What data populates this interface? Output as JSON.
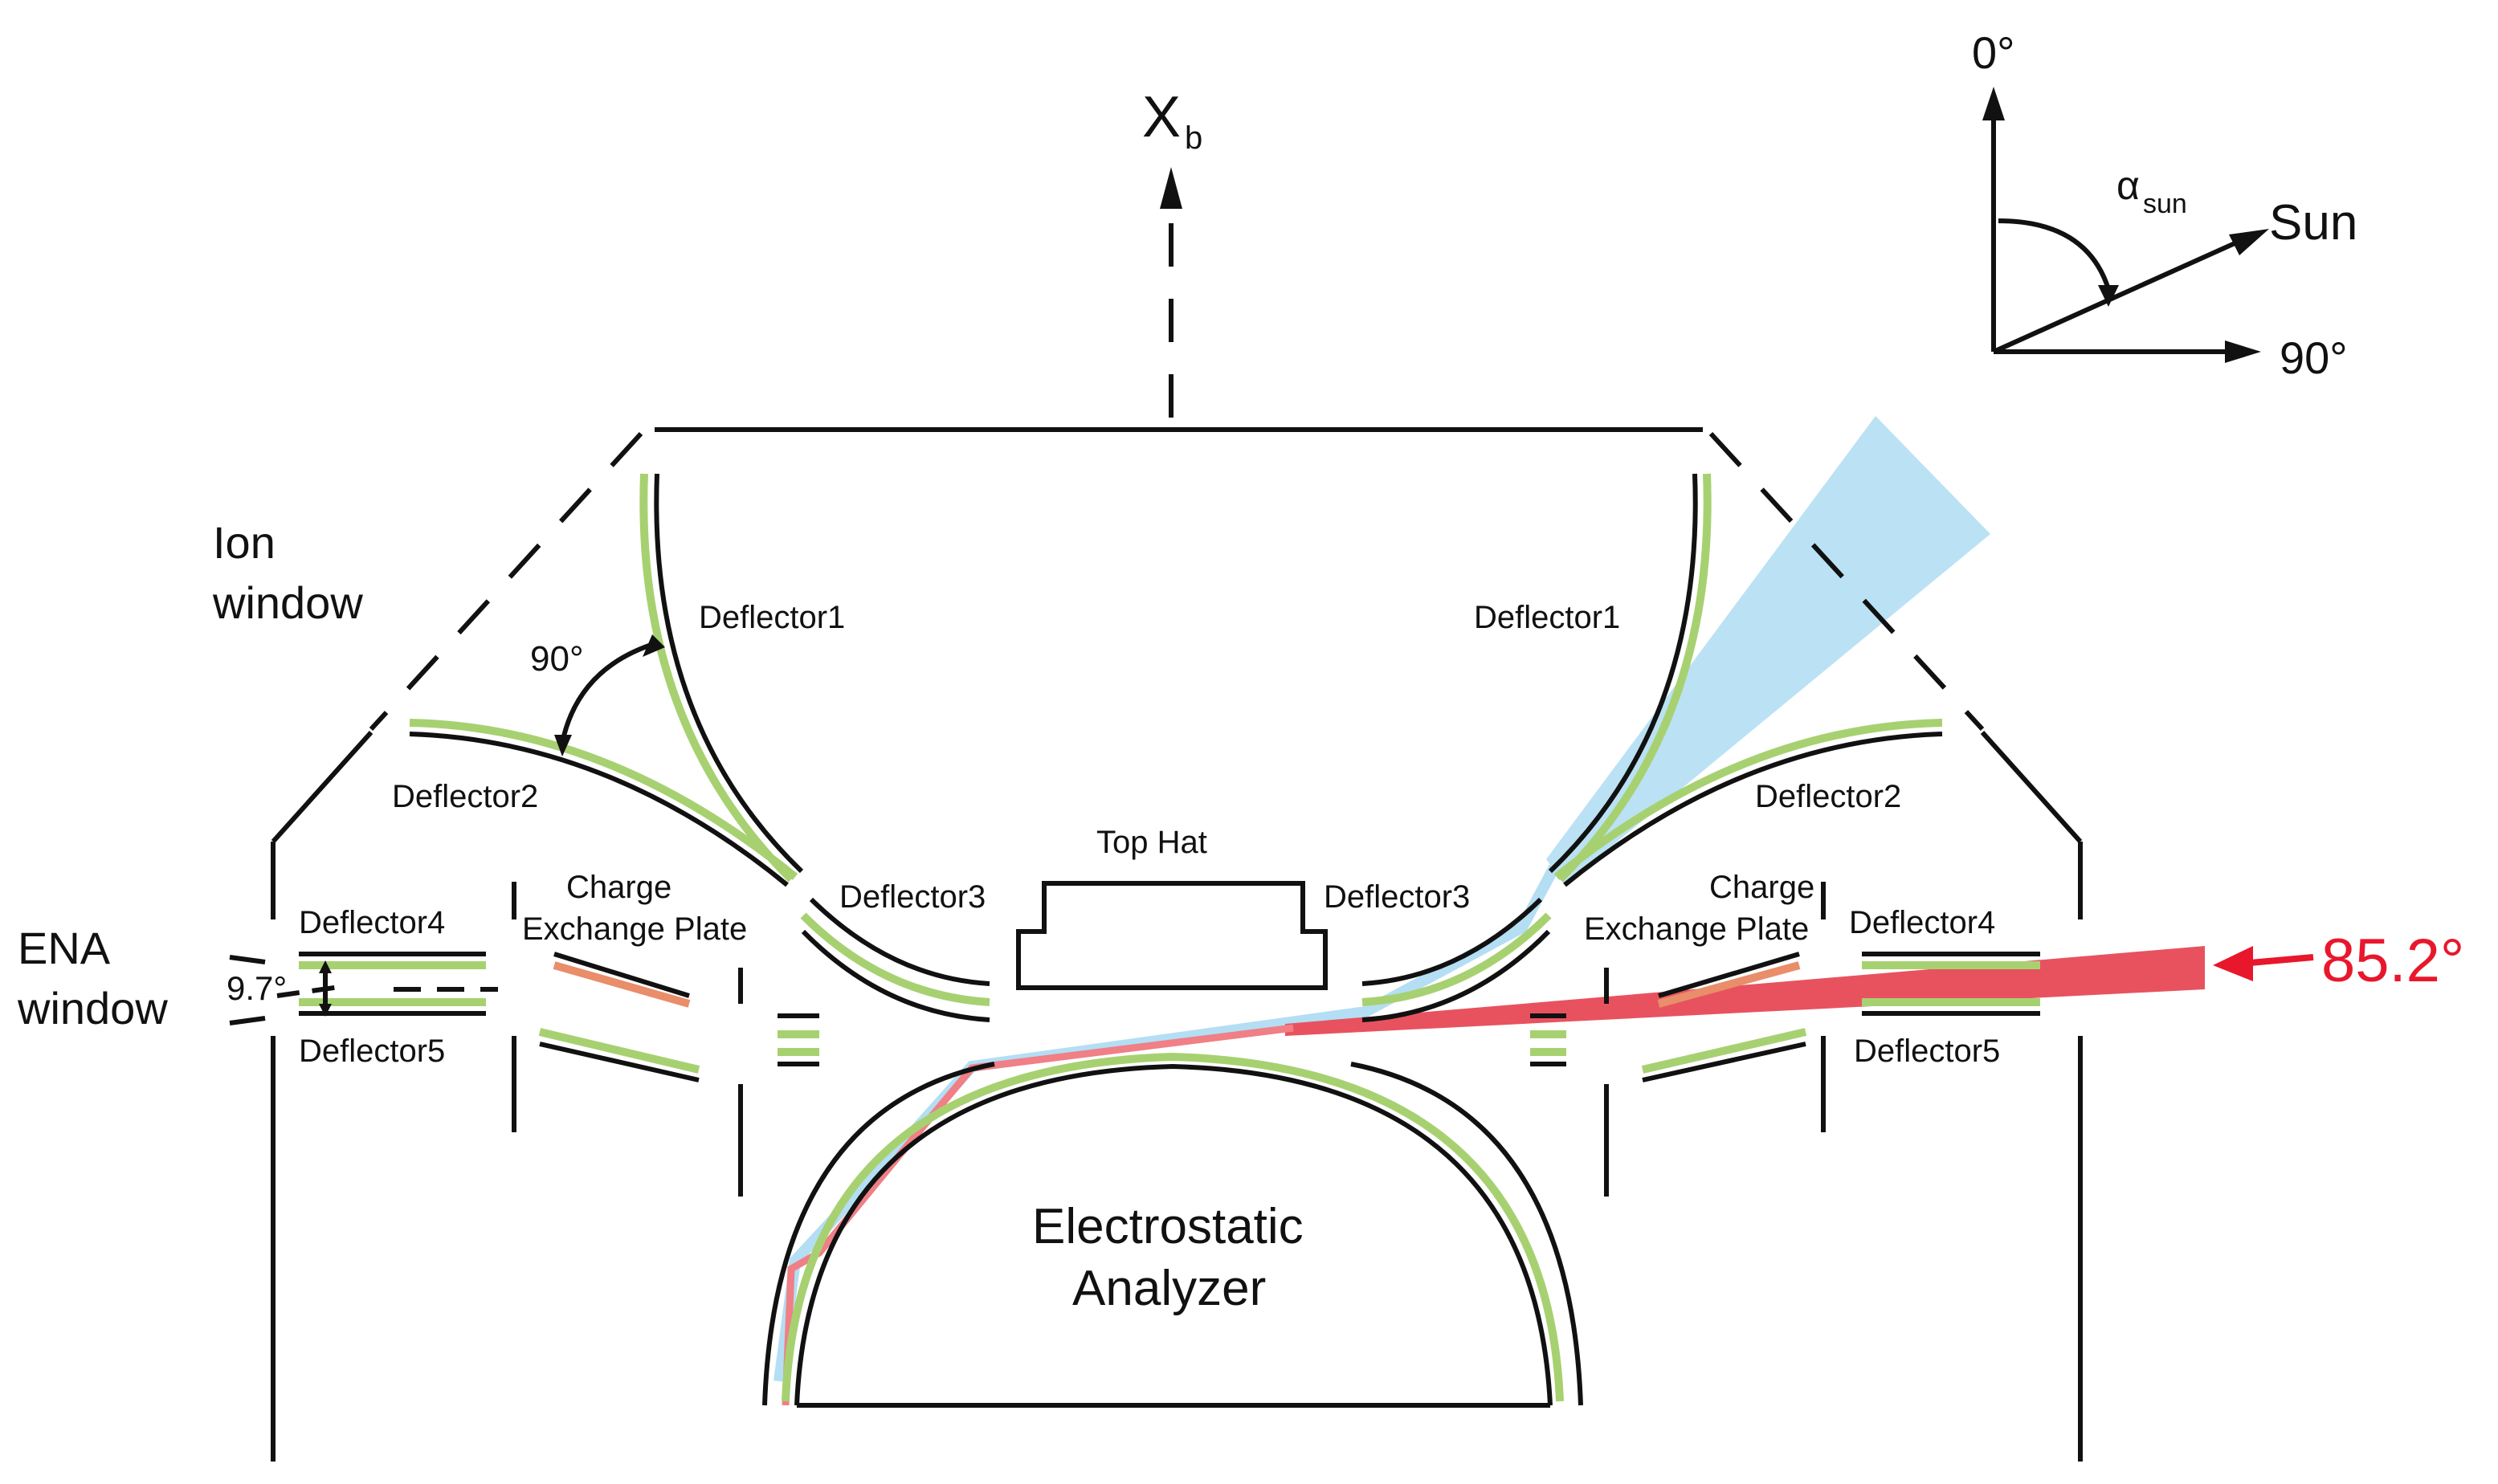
{
  "labels": {
    "xb_main": "X",
    "xb_sub": "b",
    "zero_deg": "0°",
    "ninety_deg_compass": "90°",
    "sun": "Sun",
    "alpha_main": "α",
    "alpha_sub": "sun",
    "ion_window_1": "Ion",
    "ion_window_2": "window",
    "ena_window_1": "ENA",
    "ena_window_2": "window",
    "ninety_deg": "90°",
    "nine_seven": "9.7°",
    "deflector1_left": "Deflector1",
    "deflector1_right": "Deflector1",
    "deflector2_left": "Deflector2",
    "deflector2_right": "Deflector2",
    "deflector3_left": "Deflector3",
    "deflector3_right": "Deflector3",
    "deflector4_left": "Deflector4",
    "deflector4_right": "Deflector4",
    "deflector5_left": "Deflector5",
    "deflector5_right": "Deflector5",
    "charge_left_1": "Charge",
    "charge_left_2": "Exchange Plate",
    "charge_right_1": "Charge",
    "charge_right_2": "Exchange Plate",
    "top_hat": "Top Hat",
    "esa_1": "Electrostatic",
    "esa_2": "Analyzer",
    "angle_85": "85.2°"
  },
  "colors": {
    "electrode_green": "#a7d171",
    "charge_plate_orange": "#e98d6a",
    "ion_beam_blue": "#b4def3",
    "ena_beam_red": "#e8525f",
    "arrow_red": "#e8172c"
  }
}
